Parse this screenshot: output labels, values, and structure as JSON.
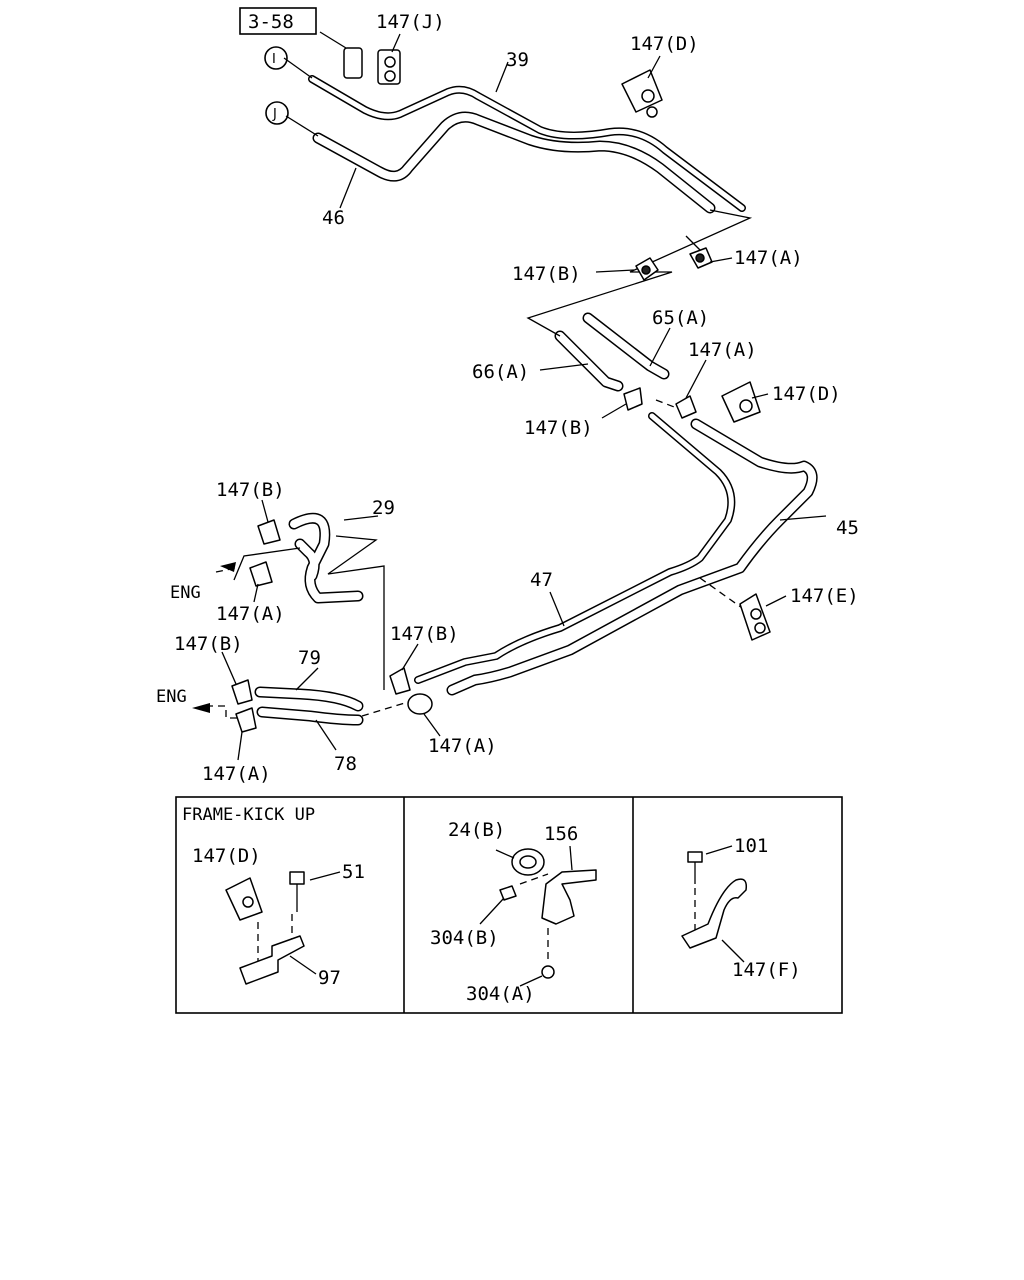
{
  "ref_box": "3-58",
  "connectors": [
    "I",
    "J"
  ],
  "labels": {
    "c147J": "147(J)",
    "p39": "39",
    "c147D_top": "147(D)",
    "p46": "46",
    "c147B_1": "147(B)",
    "c147A_1": "147(A)",
    "p65A": "65(A)",
    "p66A": "66(A)",
    "c147A_2": "147(A)",
    "c147D_2": "147(D)",
    "c147B_2": "147(B)",
    "c147B_3": "147(B)",
    "p29": "29",
    "p45": "45",
    "eng_1": "ENG",
    "c147A_3": "147(A)",
    "p47": "47",
    "c147E": "147(E)",
    "c147B_4": "147(B)",
    "p79": "79",
    "c147B_5": "147(B)",
    "eng_2": "ENG",
    "c147A_4": "147(A)",
    "c147A_5": "147(A)",
    "p78": "78"
  },
  "details": {
    "panel1_title": "FRAME-KICK UP",
    "panel1": {
      "clip": "147(D)",
      "bolt": "51",
      "bracket": "97"
    },
    "panel2": {
      "grommet": "24(B)",
      "bracket": "156",
      "nut": "304(B)",
      "washer": "304(A)"
    },
    "panel3": {
      "bolt": "101",
      "clamp": "147(F)"
    }
  }
}
